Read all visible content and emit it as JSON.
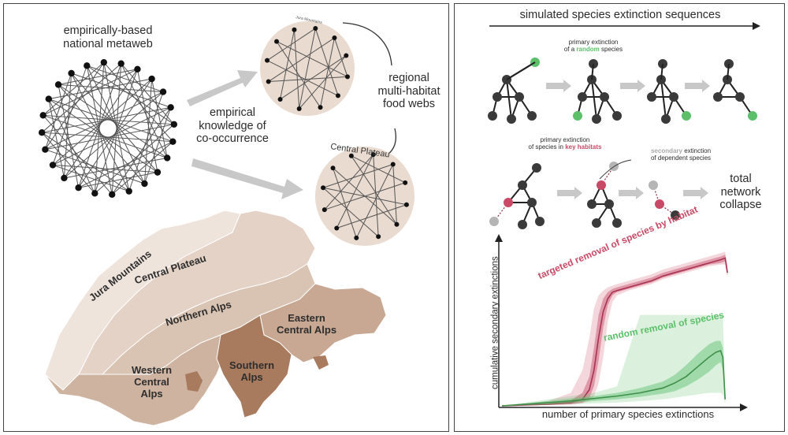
{
  "left": {
    "metaweb_label_line1": "empirically-based",
    "metaweb_label_line2": "national metaweb",
    "knowledge_line1": "empirical",
    "knowledge_line2": "knowledge of",
    "knowledge_line3": "co-occurrence",
    "regional_line1": "regional",
    "regional_line2": "multi-habitat",
    "regional_line3": "food webs",
    "web1_label": "Jura Mountains",
    "web2_label": "Central Plateau",
    "regions": {
      "jura": "Jura Mountains",
      "plateau": "Central Plateau",
      "northern": "Northern Alps",
      "eastern_line1": "Eastern",
      "eastern_line2": "Central Alps",
      "western_line1": "Western",
      "western_line2": "Central",
      "western_line3": "Alps",
      "southern_line1": "Southern",
      "southern_line2": "Alps"
    }
  },
  "right": {
    "sequence_title": "simulated species extinction sequences",
    "random_prefix_line1": "primary extinction",
    "random_prefix_line2": "of a ",
    "random_word": "random",
    "random_suffix": " species",
    "habitat_line1": "primary extinction",
    "habitat_line2_prefix": "of species in ",
    "habitat_word": "key habitats",
    "secondary_word": "secondary",
    "secondary_suffix": " extinction",
    "dependent_line": "of dependent species",
    "collapse_line1": "total",
    "collapse_line2": "network",
    "collapse_line3": "collapse"
  },
  "colors": {
    "node": "#3a3a3a",
    "edge": "#555555",
    "green": "#5cbf6a",
    "red": "#c84a66",
    "grey_node": "#b5b5b5",
    "circle_fill": "#eadbd0",
    "arrow_grey": "#c8c8c8"
  },
  "chart_data": {
    "type": "line",
    "xlabel": "number of primary species extinctions",
    "ylabel": "cumulative secondary extinctions",
    "xlim": [
      0,
      100
    ],
    "ylim": [
      0,
      100
    ],
    "grid": false,
    "series": [
      {
        "name": "targeted removal of species by habitat",
        "color": "#c84a66",
        "x": [
          0,
          10,
          20,
          30,
          35,
          38,
          40,
          42,
          44,
          46,
          48,
          50,
          55,
          60,
          65,
          70,
          75,
          80,
          85,
          90,
          95,
          97,
          98
        ],
        "values": [
          0,
          0.5,
          1,
          2,
          4,
          10,
          22,
          42,
          58,
          66,
          70,
          71,
          73,
          75,
          77,
          80,
          82,
          84,
          86,
          88,
          90,
          91,
          82
        ],
        "band_inner_lower": [
          0,
          0.3,
          0.6,
          1,
          2,
          5,
          12,
          28,
          48,
          62,
          68,
          70,
          72,
          74,
          76,
          79,
          81,
          83,
          85,
          87,
          88,
          89,
          80
        ],
        "band_inner_upper": [
          0,
          0.8,
          1.5,
          3.5,
          8,
          18,
          36,
          56,
          66,
          70,
          72,
          73,
          75,
          77,
          79,
          82,
          84,
          86,
          88,
          90,
          92,
          93,
          84
        ],
        "band_outer_lower": [
          0,
          0.2,
          0.4,
          0.8,
          1.5,
          3,
          6,
          14,
          30,
          52,
          64,
          68,
          71,
          73,
          75,
          78,
          80,
          82,
          84,
          86,
          87,
          87,
          79
        ],
        "band_outer_upper": [
          0,
          1.2,
          3,
          8,
          22,
          42,
          60,
          68,
          71,
          73,
          74,
          75,
          77,
          79,
          81,
          84,
          86,
          88,
          90,
          92,
          94,
          95,
          86
        ]
      },
      {
        "name": "random removal of species",
        "color": "#5cbf6a",
        "x": [
          0,
          10,
          20,
          30,
          40,
          50,
          60,
          70,
          75,
          80,
          85,
          90,
          93,
          95,
          96,
          97
        ],
        "values": [
          0,
          1,
          2,
          3,
          4.5,
          6,
          8,
          11,
          14,
          18,
          24,
          30,
          33,
          34,
          30,
          4
        ],
        "band_inner_lower": [
          0,
          0.5,
          1,
          2,
          3,
          4,
          5.5,
          7.5,
          9,
          12,
          16,
          21,
          25,
          27,
          22,
          2
        ],
        "band_inner_upper": [
          0,
          1.5,
          3,
          4.5,
          6,
          8,
          11,
          15,
          19,
          25,
          32,
          38,
          40,
          40,
          36,
          6
        ],
        "band_outer_lower": [
          0,
          0.3,
          0.6,
          1,
          1.5,
          2,
          3,
          4,
          5,
          6,
          7,
          8,
          8,
          8,
          7,
          1
        ],
        "band_outer_upper": [
          0,
          2,
          4,
          6,
          8,
          12,
          56,
          56,
          56,
          56,
          56,
          56,
          56,
          56,
          56,
          10
        ]
      }
    ]
  }
}
